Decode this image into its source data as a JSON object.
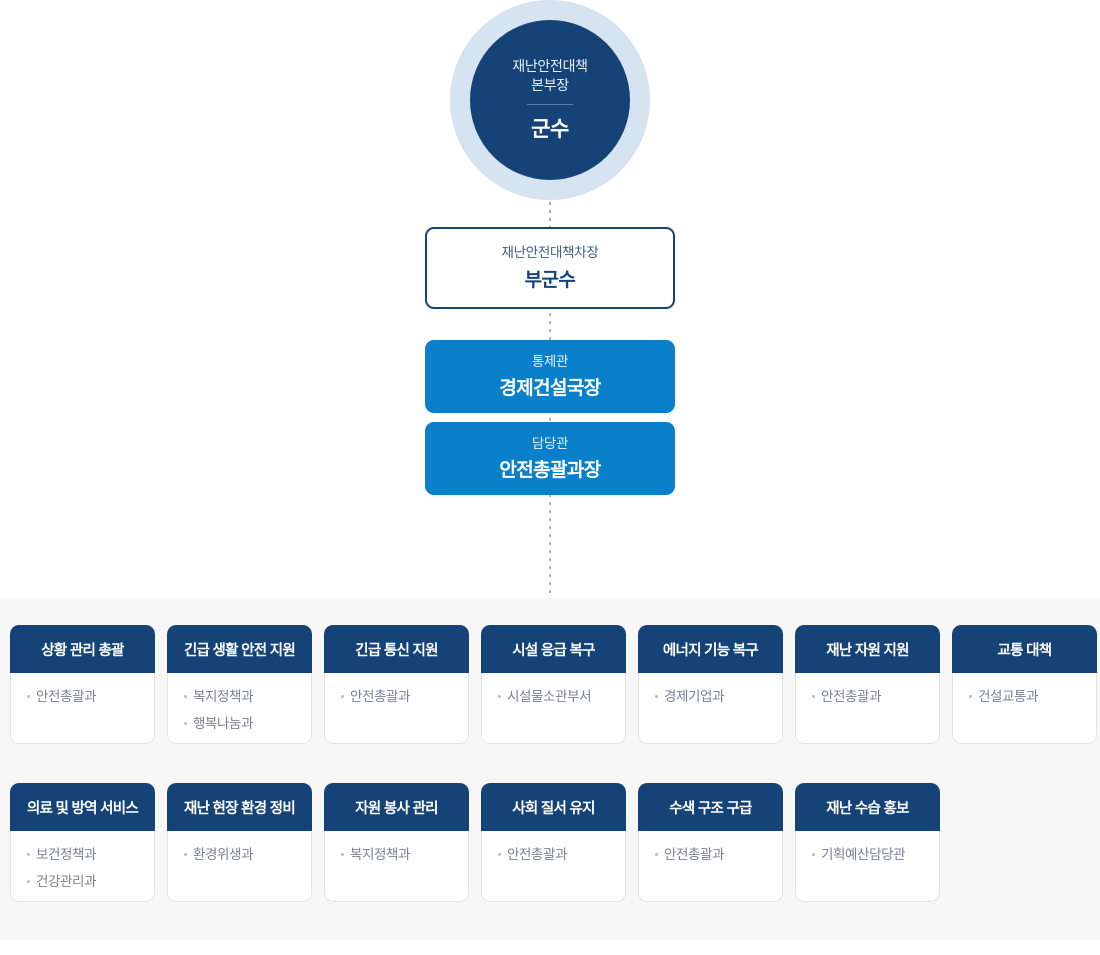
{
  "colors": {
    "navy": "#164377",
    "blue": "#0a80ca",
    "ring": "#d6e3f1",
    "panel_bg": "#f7f7f8",
    "dept_text": "#7b8192"
  },
  "head": {
    "role": "재난안전대책본부장",
    "role_line1": "재난안전대책",
    "role_line2": "본부장",
    "name": "군수"
  },
  "nodes": [
    {
      "role": "재난안전대책차장",
      "name": "부군수",
      "style": "outline"
    },
    {
      "role": "통제관",
      "name": "경제건설국장",
      "style": "filled"
    },
    {
      "role": "담당관",
      "name": "안전총괄과장",
      "style": "filled"
    }
  ],
  "card_rows": [
    {
      "cards": [
        {
          "title": "상황 관리 총괄",
          "depts": [
            "안전총괄과"
          ]
        },
        {
          "title": "긴급 생활 안전 지원",
          "depts": [
            "복지정책과",
            "행복나눔과"
          ]
        },
        {
          "title": "긴급 통신 지원",
          "depts": [
            "안전총괄과"
          ]
        },
        {
          "title": "시설 응급 복구",
          "depts": [
            "시설물소관부서"
          ]
        },
        {
          "title": "에너지 기능 복구",
          "depts": [
            "경제기업과"
          ]
        },
        {
          "title": "재난 자원 지원",
          "depts": [
            "안전총괄과"
          ]
        },
        {
          "title": "교통 대책",
          "depts": [
            "건설교통과"
          ]
        }
      ]
    },
    {
      "cards": [
        {
          "title": "의료 및 방역 서비스",
          "depts": [
            "보건정책과",
            "건강관리과"
          ]
        },
        {
          "title": "재난 현장 환경 정비",
          "depts": [
            "환경위생과"
          ]
        },
        {
          "title": "자원 봉사 관리",
          "depts": [
            "복지정책과"
          ]
        },
        {
          "title": "사회 질서 유지",
          "depts": [
            "안전총괄과"
          ]
        },
        {
          "title": "수색 구조 구급",
          "depts": [
            "안전총괄과"
          ]
        },
        {
          "title": "재난 수습 홍보",
          "depts": [
            "기획예산담당관"
          ]
        }
      ]
    }
  ]
}
